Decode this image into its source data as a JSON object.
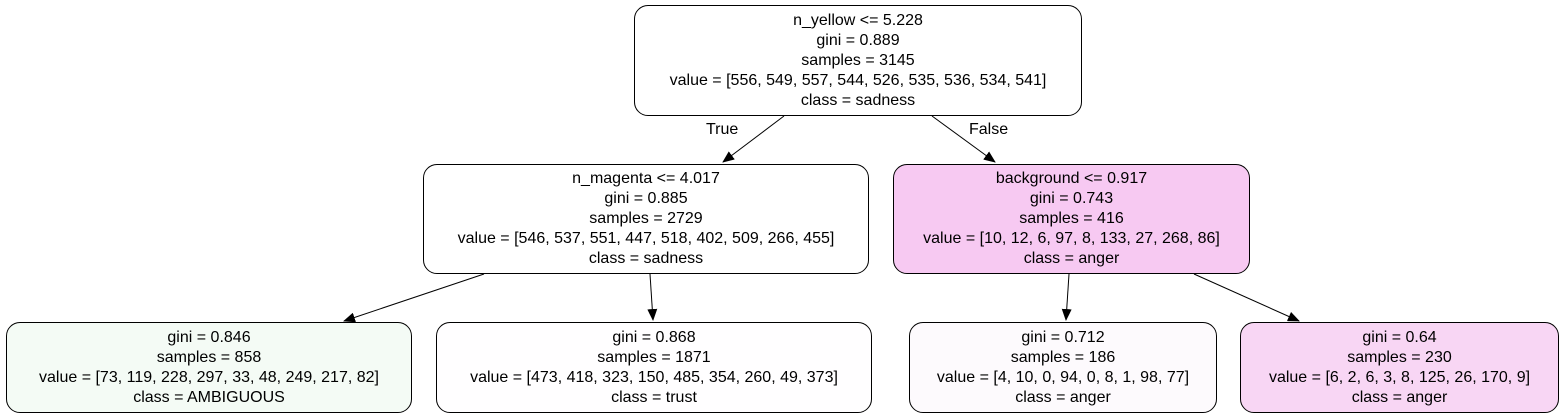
{
  "tree": {
    "edge_labels": {
      "true": "True",
      "false": "False"
    },
    "nodes": [
      {
        "id": 0,
        "split": "n_yellow <= 5.228",
        "gini": "gini = 0.889",
        "samples": "samples = 3145",
        "value": "value = [556, 549, 557, 544, 526, 535, 536, 534, 541]",
        "class": "class = sadness",
        "fill": "#ffffff"
      },
      {
        "id": 1,
        "split": "n_magenta <= 4.017",
        "gini": "gini = 0.885",
        "samples": "samples = 2729",
        "value": "value = [546, 537, 551, 447, 518, 402, 509, 266, 455]",
        "class": "class = sadness",
        "fill": "#ffffff"
      },
      {
        "id": 2,
        "split": "background <= 0.917",
        "gini": "gini = 0.743",
        "samples": "samples = 416",
        "value": "value = [10, 12, 6, 97, 8, 133, 27, 268, 86]",
        "class": "class = anger",
        "fill": "#f7c9f2"
      },
      {
        "id": 3,
        "gini": "gini = 0.846",
        "samples": "samples = 858",
        "value": "value = [73, 119, 228, 297, 33, 48, 249, 217, 82]",
        "class": "class = AMBIGUOUS",
        "fill": "#f4fbf5"
      },
      {
        "id": 4,
        "gini": "gini = 0.868",
        "samples": "samples = 1871",
        "value": "value = [473, 418, 323, 150, 485, 354, 260, 49, 373]",
        "class": "class = trust",
        "fill": "#fffeff"
      },
      {
        "id": 5,
        "gini": "gini = 0.712",
        "samples": "samples = 186",
        "value": "value = [4, 10, 0, 94, 0, 8, 1, 98, 77]",
        "class": "class = anger",
        "fill": "#fdfafd"
      },
      {
        "id": 6,
        "gini": "gini = 0.64",
        "samples": "samples = 230",
        "value": "value = [6, 2, 6, 3, 8, 125, 26, 170, 9]",
        "class": "class = anger",
        "fill": "#f8d6f4"
      }
    ]
  }
}
